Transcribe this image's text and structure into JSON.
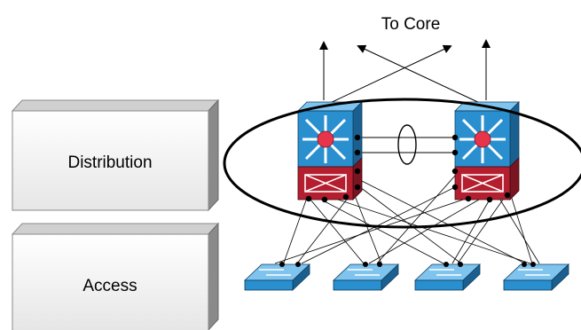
{
  "diagram": {
    "title": "To Core",
    "layers": [
      {
        "id": "distribution",
        "label": "Distribution"
      },
      {
        "id": "access",
        "label": "Access"
      }
    ],
    "nodes": {
      "distribution_switches": [
        "dist-switch-left",
        "dist-switch-right"
      ],
      "access_switches": [
        "access-switch-1",
        "access-switch-2",
        "access-switch-3",
        "access-switch-4"
      ]
    },
    "edges": [
      {
        "from": "dist-switch-left",
        "to": "core",
        "kind": "uplink"
      },
      {
        "from": "dist-switch-right",
        "to": "core",
        "kind": "uplink"
      },
      {
        "from": "dist-switch-left",
        "to": "dist-switch-right",
        "kind": "crosslink-bundle"
      },
      {
        "from": "dist-switch-left",
        "to": "access-switch-1"
      },
      {
        "from": "dist-switch-left",
        "to": "access-switch-2"
      },
      {
        "from": "dist-switch-left",
        "to": "access-switch-3"
      },
      {
        "from": "dist-switch-left",
        "to": "access-switch-4"
      },
      {
        "from": "dist-switch-right",
        "to": "access-switch-1"
      },
      {
        "from": "dist-switch-right",
        "to": "access-switch-2"
      },
      {
        "from": "dist-switch-right",
        "to": "access-switch-3"
      },
      {
        "from": "dist-switch-right",
        "to": "access-switch-4"
      }
    ],
    "colors": {
      "switch_body": "#2a8fcf",
      "switch_side": "#1a5f8f",
      "switch_top": "#7fc4ef",
      "module_red": "#b41e2e",
      "module_dark": "#7a1420",
      "router_center": "#e8344a",
      "panel_face": "#f2f2f2",
      "panel_edge": "#8a8a8a"
    }
  }
}
